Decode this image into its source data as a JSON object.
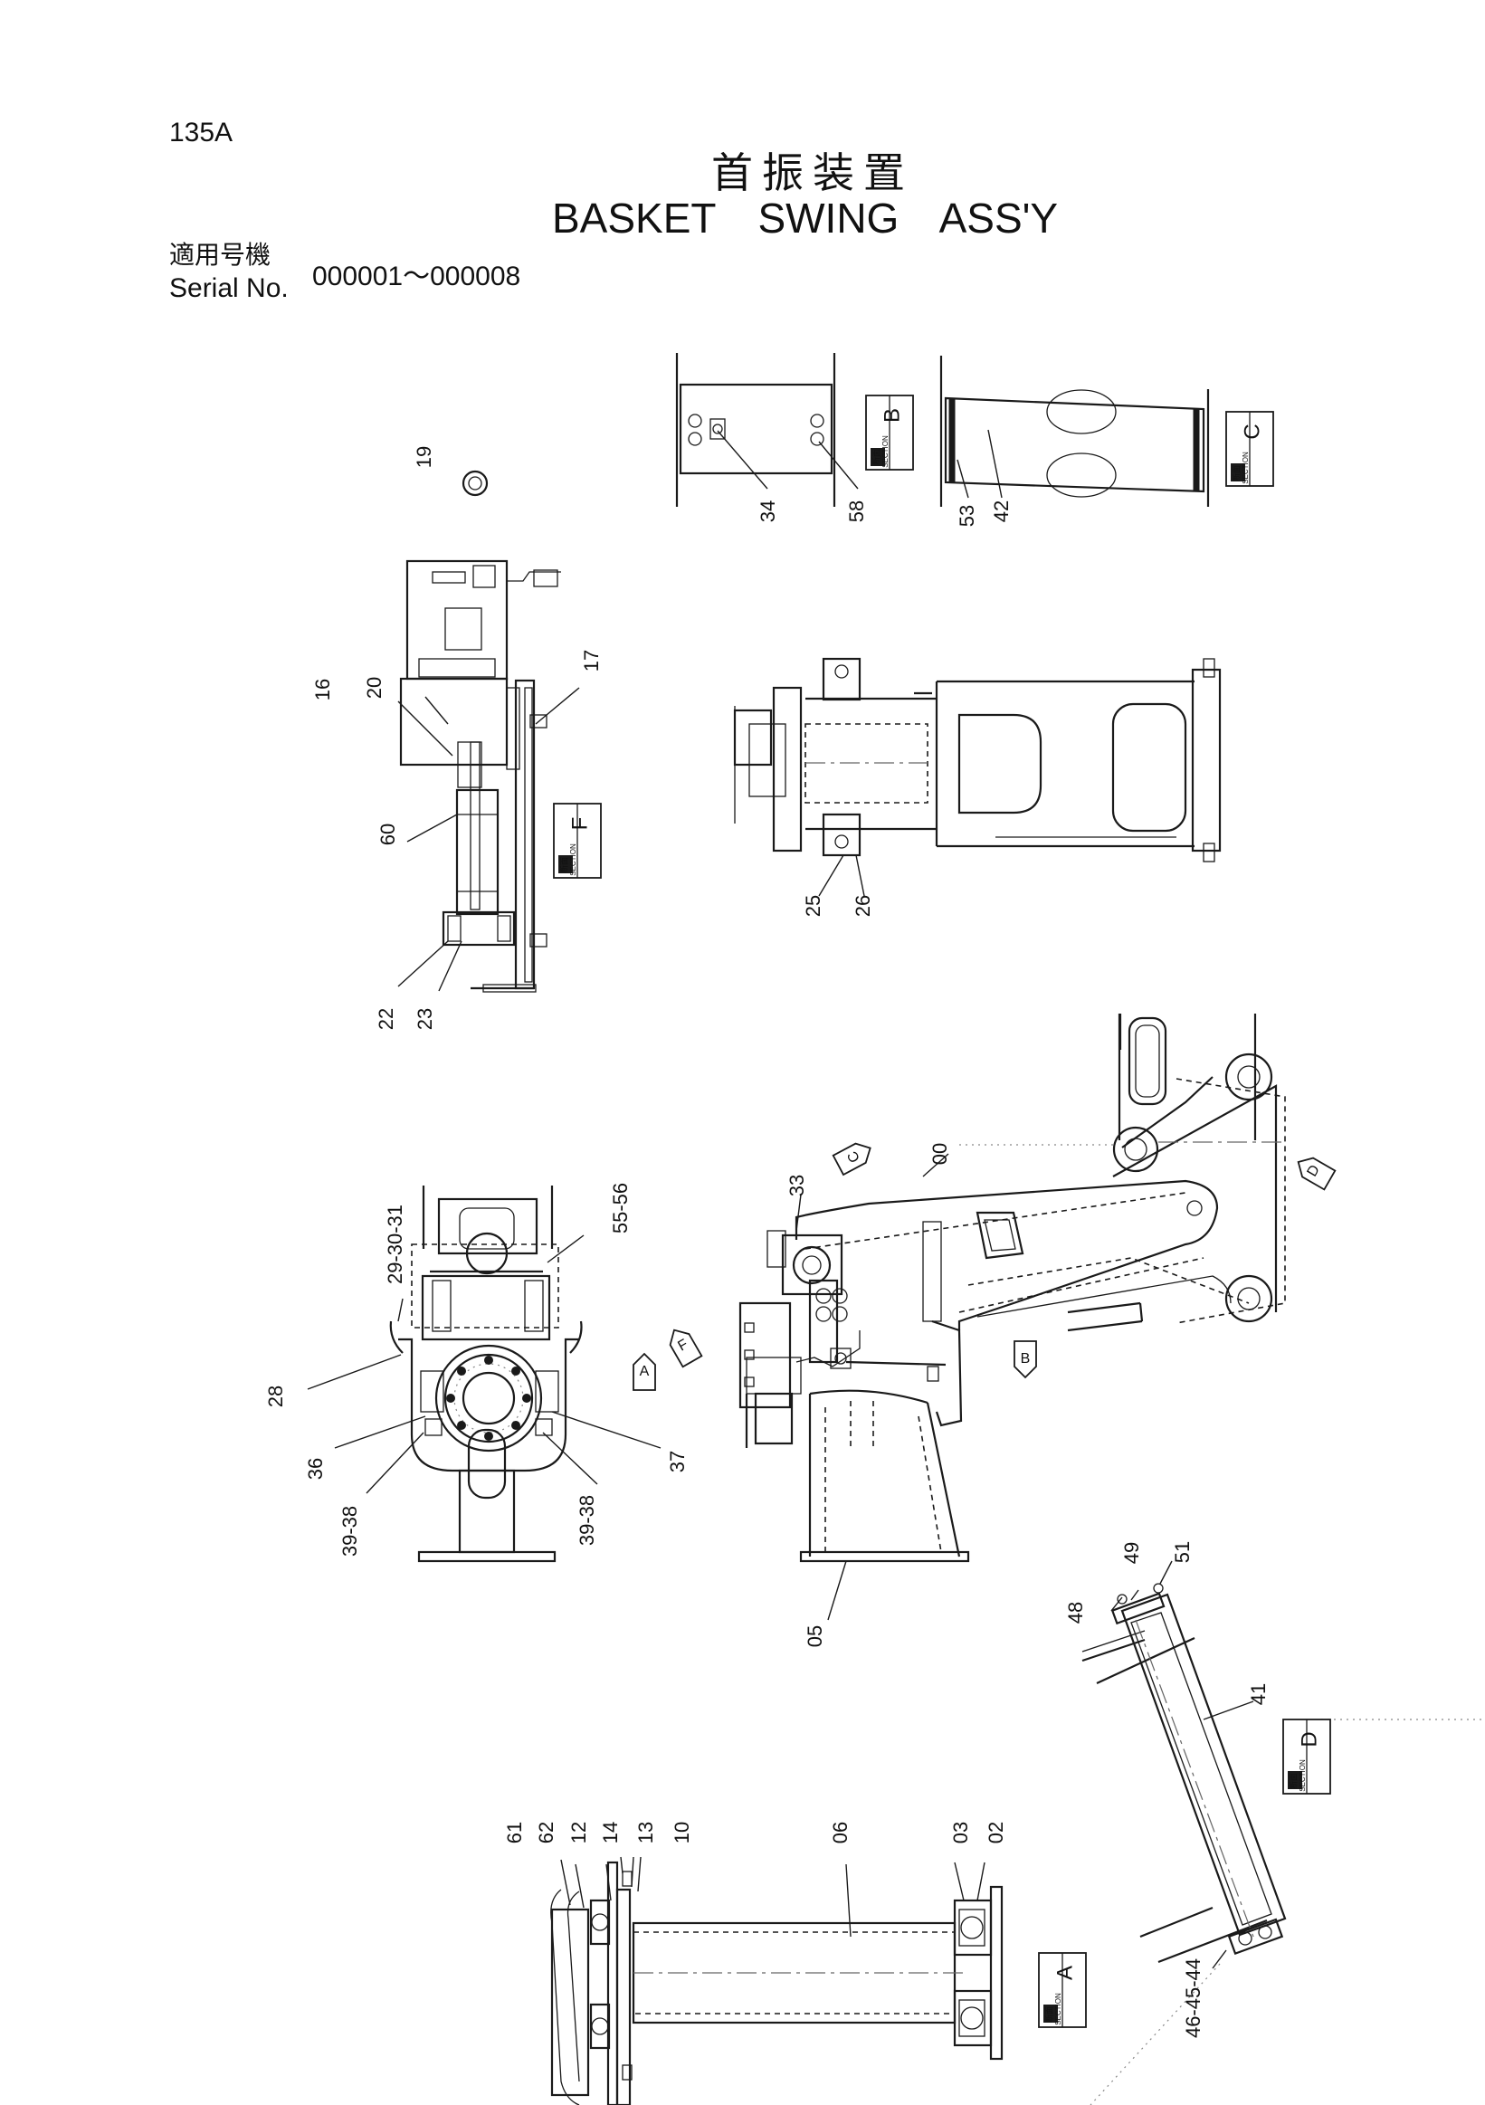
{
  "header": {
    "page_code": "135A",
    "title_jp": "首振装置",
    "title_en": "BASKET SWING ASS'Y",
    "serial_label_jp": "適用号機",
    "serial_label_en": "Serial No.",
    "serial_range": "000001～000008"
  },
  "section_tag": {
    "top": "断面",
    "bottom": "SECTION"
  },
  "section_labels": {
    "a": "A",
    "b": "B",
    "c": "C",
    "d": "D",
    "f": "F"
  },
  "view_arrows": {
    "a": "A",
    "b": "B",
    "c": "C",
    "d": "D",
    "f": "F"
  },
  "part_numbers": {
    "p19": "19",
    "p34": "34",
    "p58": "58",
    "p53": "53",
    "p42": "42",
    "p16": "16",
    "p20": "20",
    "p17": "17",
    "p60": "60",
    "p22": "22",
    "p23": "23",
    "p25": "25",
    "p26": "26",
    "p00": "00",
    "p33": "33",
    "p05": "05",
    "p29_30_31": "29-30-31",
    "p55_56": "55-56",
    "p28": "28",
    "p36": "36",
    "p37": "37",
    "p39_38a": "39-38",
    "p39_38b": "39-38",
    "p48": "48",
    "p49": "49",
    "p51": "51",
    "p41": "41",
    "p46_45_44": "46-45-44",
    "p61": "61",
    "p62": "62",
    "p12": "12",
    "p14": "14",
    "p13": "13",
    "p10": "10",
    "p06": "06",
    "p03": "03",
    "p02": "02"
  }
}
